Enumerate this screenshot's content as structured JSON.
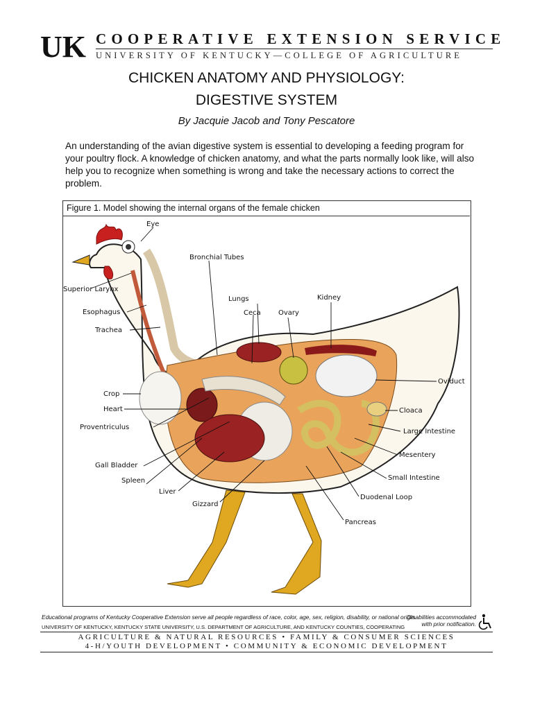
{
  "header": {
    "logo_text": "UK",
    "service_name": "COOPERATIVE EXTENSION SERVICE",
    "institution": "UNIVERSITY OF KENTUCKY—COLLEGE OF AGRICULTURE"
  },
  "document": {
    "title_line1": "CHICKEN ANATOMY AND PHYSIOLOGY:",
    "title_line2": "DIGESTIVE SYSTEM",
    "byline": "By Jacquie Jacob and Tony Pescatore",
    "intro": "An understanding of the avian digestive system is essential to developing a feeding program for your poultry flock. A knowledge of chicken anatomy, and what the parts normally look like, will also help you to recognize when something is wrong and take the necessary actions to correct the problem."
  },
  "figure": {
    "caption": "Figure 1. Model showing the internal organs of the female chicken",
    "labels": {
      "eye": "Eye",
      "bronchial_tubes": "Bronchial Tubes",
      "superior_larynx": "Superior Larynx",
      "esophagus": "Esophagus",
      "trachea": "Trachea",
      "lungs": "Lungs",
      "ceca": "Ceca",
      "ovary": "Ovary",
      "kidney": "Kidney",
      "oviduct": "Oviduct",
      "crop": "Crop",
      "heart": "Heart",
      "cloaca": "Cloaca",
      "large_intestine": "Large Intestine",
      "proventriculus": "Proventriculus",
      "mesentery": "Mesentery",
      "gall_bladder": "Gall Bladder",
      "small_intestine": "Small Intestine",
      "spleen": "Spleen",
      "liver": "Liver",
      "gizzard": "Gizzard",
      "duodenal_loop": "Duodenal Loop",
      "pancreas": "Pancreas"
    }
  },
  "footer": {
    "education_statement": "Educational programs of Kentucky Cooperative Extension serve all people regardless of race, color, age, sex, religion, disability, or national origin.",
    "cooperating": "UNIVERSITY OF KENTUCKY, KENTUCKY STATE UNIVERSITY, U.S. DEPARTMENT OF AGRICULTURE, AND KENTUCKY COUNTIES, COOPERATING",
    "disabilities": "Disabilities accommodated with prior notification.",
    "programs_line1": "AGRICULTURE & NATURAL RESOURCES • FAMILY & CONSUMER SCIENCES",
    "programs_line2": "4-H/YOUTH DEVELOPMENT • COMMUNITY & ECONOMIC DEVELOPMENT"
  },
  "colors": {
    "comb": "#c8201e",
    "body_outline": "#222222",
    "feather": "#fbf7ec",
    "flesh": "#e9a35a",
    "liver": "#9a2222",
    "legs": "#e0a820"
  }
}
